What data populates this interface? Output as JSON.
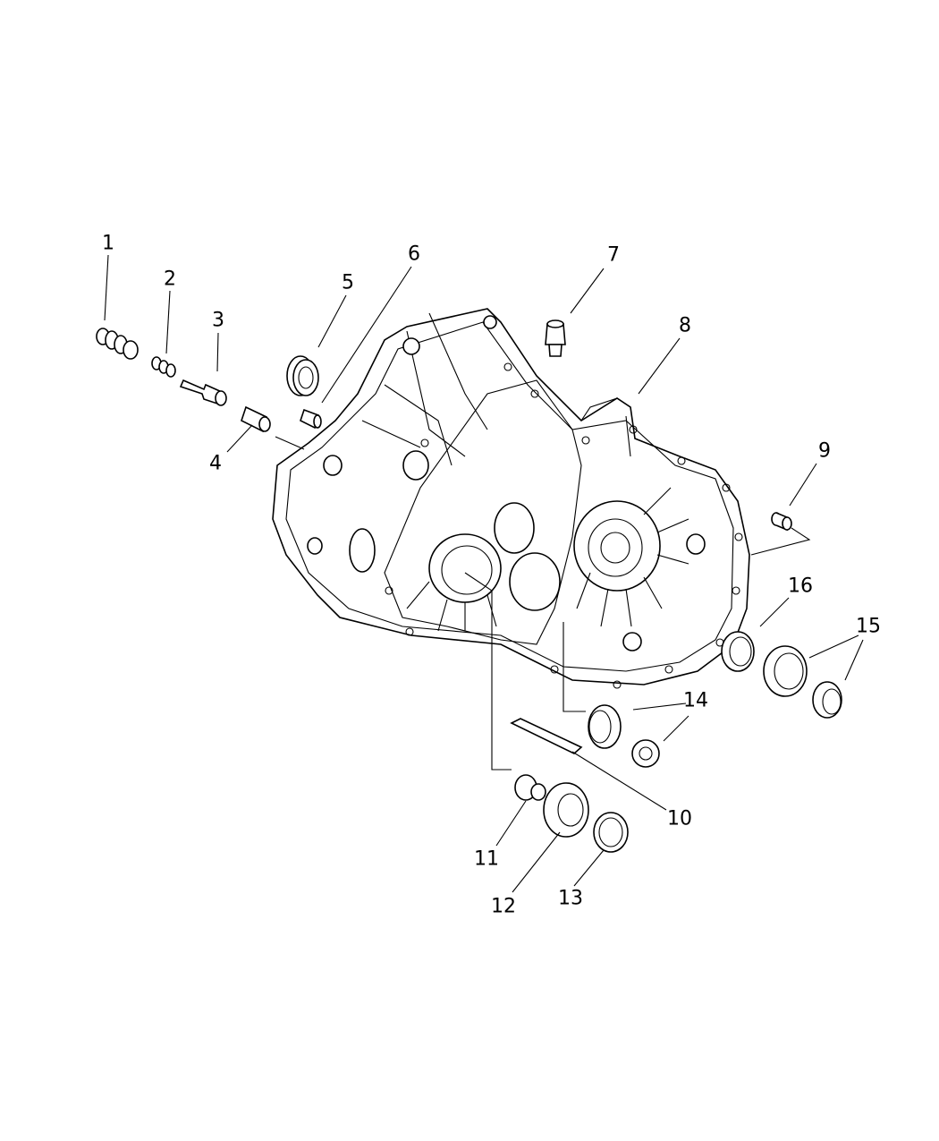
{
  "diagram": {
    "type": "exploded-parts-diagram",
    "callouts": [
      "1",
      "2",
      "3",
      "4",
      "5",
      "6",
      "7",
      "8",
      "9",
      "10",
      "11",
      "12",
      "13",
      "14",
      "15",
      "16"
    ]
  }
}
